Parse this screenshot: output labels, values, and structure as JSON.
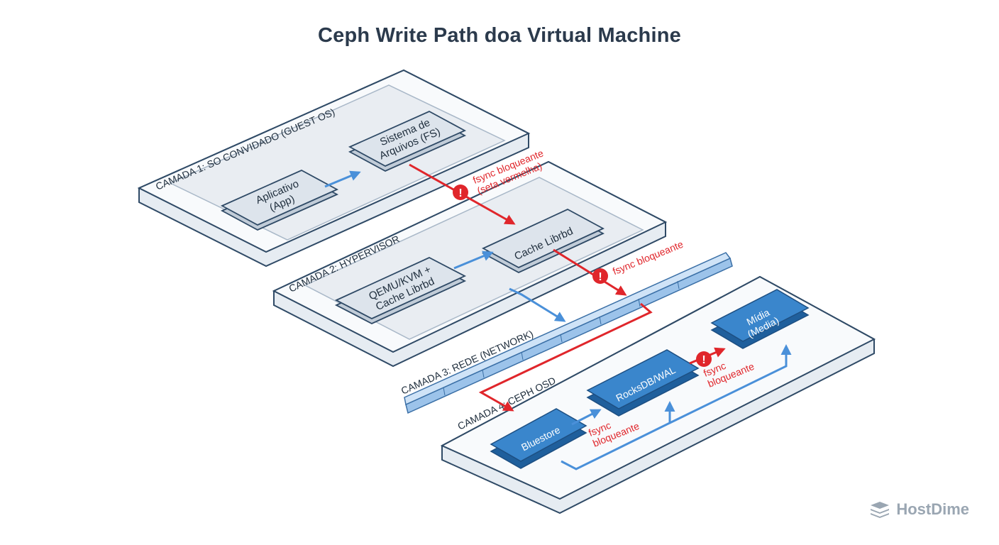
{
  "title": "Ceph Write Path doa Virtual Machine",
  "layers": {
    "guest_os": {
      "label": "CAMADA 1: SO CONVIDADO (GUEST OS)",
      "app": [
        "Aplicativo",
        "(App)"
      ],
      "fs": [
        "Sistema de",
        "Arquivos (FS)"
      ]
    },
    "hypervisor": {
      "label": "CAMADA 2: HYPERVISOR",
      "qemu": [
        "QEMU/KVM +",
        "Cache Librbd"
      ],
      "cache": [
        "Cache Librbd"
      ]
    },
    "network": {
      "label": "CAMADA 3: REDE (NETWORK)"
    },
    "osd": {
      "label": "CAMADA 4: CEPH OSD",
      "bluestore": [
        "Bluestore"
      ],
      "rocksdb": [
        "RocksDB/WAL"
      ],
      "media": [
        "Mídia",
        "(Media)"
      ]
    }
  },
  "annotations": {
    "fsync1": [
      "fsync bloqueante",
      "(seta vermelha)"
    ],
    "fsync2": [
      "fsync bloqueante"
    ],
    "fsync3": [
      "fsync",
      "bloqueante"
    ],
    "fsync4": [
      "fsync",
      "bloqueante"
    ]
  },
  "warning_symbol": "!",
  "brand": "HostDime",
  "colors": {
    "red": "#e0262b",
    "blue_arrow": "#4a90d9",
    "blue_box": "#3a86cc",
    "slab_border": "#2f4a66",
    "title": "#2b3a4c"
  }
}
